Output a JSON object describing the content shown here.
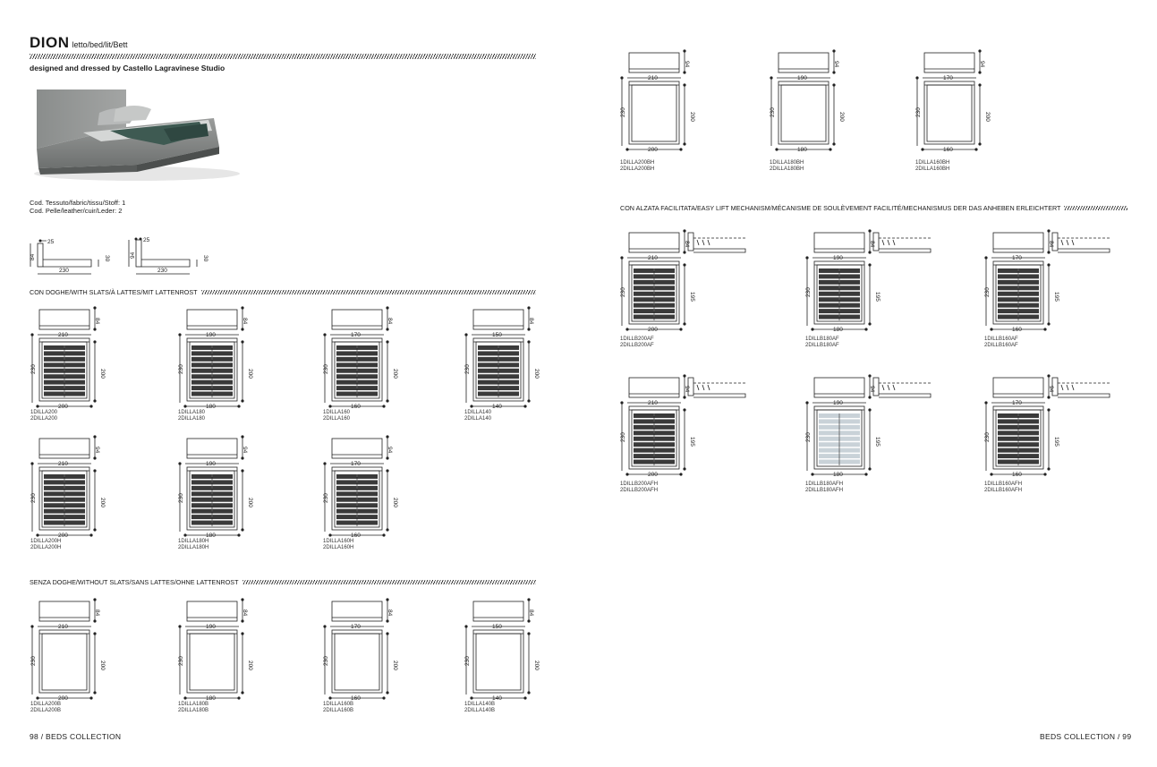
{
  "header": {
    "title": "DION",
    "subtitle": "letto/bed/lit/Bett",
    "designer": "designed and dressed by Castello Lagravinese Studio"
  },
  "codes": {
    "line1": "Cod. Tessuto/fabric/tissu/Stoff: 1",
    "line2": "Cod. Pelle/leather/cuir/Leder: 2"
  },
  "side_views": [
    {
      "top": "25",
      "height": "84",
      "length": "230",
      "right": "30"
    },
    {
      "top": "25",
      "height": "94",
      "length": "230",
      "right": "30"
    }
  ],
  "sections": {
    "with_slats": "CON DOGHE/WITH SLATS/À LATTES/MIT LATTENROST",
    "without_slats": "SENZA DOGHE/WITHOUT SLATS/SANS LATTES/OHNE LATTENROST",
    "lift": "CON ALZATA FACILITATA/EASY LIFT MECHANISM/MÉCANISME DE SOULÈVEMENT FACILITÉ/MECHANISMUS DER DAS ANHEBEN ERLEICHTERT"
  },
  "beds": {
    "slats_row1": [
      {
        "w": "210",
        "inner": "200",
        "len": "230",
        "ilen": "200",
        "h": "84",
        "code1": "1DILLA200",
        "code2": "2DILLA200"
      },
      {
        "w": "190",
        "inner": "180",
        "len": "230",
        "ilen": "200",
        "h": "84",
        "code1": "1DILLA180",
        "code2": "2DILLA180"
      },
      {
        "w": "170",
        "inner": "160",
        "len": "230",
        "ilen": "200",
        "h": "84",
        "code1": "1DILLA160",
        "code2": "2DILLA160"
      },
      {
        "w": "150",
        "inner": "140",
        "len": "230",
        "ilen": "200",
        "h": "84",
        "code1": "1DILLA140",
        "code2": "2DILLA140"
      }
    ],
    "slats_row2": [
      {
        "w": "210",
        "inner": "200",
        "len": "230",
        "ilen": "200",
        "h": "94",
        "code1": "1DILLA200H",
        "code2": "2DILLA200H"
      },
      {
        "w": "190",
        "inner": "180",
        "len": "230",
        "ilen": "200",
        "h": "94",
        "code1": "1DILLA180H",
        "code2": "2DILLA180H"
      },
      {
        "w": "170",
        "inner": "160",
        "len": "230",
        "ilen": "200",
        "h": "94",
        "code1": "1DILLA160H",
        "code2": "2DILLA160H"
      }
    ],
    "no_slats": [
      {
        "w": "210",
        "inner": "200",
        "len": "230",
        "ilen": "200",
        "h": "84",
        "code1": "1DILLA200B",
        "code2": "2DILLA200B"
      },
      {
        "w": "190",
        "inner": "180",
        "len": "230",
        "ilen": "200",
        "h": "84",
        "code1": "1DILLA180B",
        "code2": "2DILLA180B"
      },
      {
        "w": "170",
        "inner": "160",
        "len": "230",
        "ilen": "200",
        "h": "84",
        "code1": "1DILLA160B",
        "code2": "2DILLA160B"
      },
      {
        "w": "150",
        "inner": "140",
        "len": "230",
        "ilen": "200",
        "h": "84",
        "code1": "1DILLA140B",
        "code2": "2DILLA140B"
      }
    ],
    "no_slats_high": [
      {
        "w": "210",
        "inner": "200",
        "len": "230",
        "ilen": "200",
        "h": "94",
        "code1": "1DILLA200BH",
        "code2": "2DILLA200BH"
      },
      {
        "w": "190",
        "inner": "180",
        "len": "230",
        "ilen": "200",
        "h": "94",
        "code1": "1DILLA180BH",
        "code2": "2DILLA180BH"
      },
      {
        "w": "170",
        "inner": "160",
        "len": "230",
        "ilen": "200",
        "h": "94",
        "code1": "1DILLA160BH",
        "code2": "2DILLA160BH"
      }
    ],
    "lift_row1": [
      {
        "w": "210",
        "inner": "200",
        "len": "230",
        "ilen": "195",
        "h": "84",
        "code1": "1DILLB200AF",
        "code2": "2DILLB200AF"
      },
      {
        "w": "190",
        "inner": "180",
        "len": "230",
        "ilen": "195",
        "h": "84",
        "code1": "1DILLB180AF",
        "code2": "2DILLB180AF"
      },
      {
        "w": "170",
        "inner": "160",
        "len": "230",
        "ilen": "195",
        "h": "84",
        "code1": "1DILLB160AF",
        "code2": "2DILLB160AF"
      }
    ],
    "lift_row2": [
      {
        "w": "210",
        "inner": "200",
        "len": "230",
        "ilen": "195",
        "h": "94",
        "code1": "1DILLB200AFH",
        "code2": "2DILLB200AFH"
      },
      {
        "w": "190",
        "inner": "180",
        "len": "230",
        "ilen": "195",
        "h": "94",
        "code1": "1DILLB180AFH",
        "code2": "2DILLB180AFH"
      },
      {
        "w": "170",
        "inner": "160",
        "len": "230",
        "ilen": "195",
        "h": "94",
        "code1": "1DILLB160AFH",
        "code2": "2DILLB160AFH"
      }
    ]
  },
  "footer": {
    "left": "98 / BEDS COLLECTION",
    "right": "BEDS COLLECTION / 99"
  }
}
